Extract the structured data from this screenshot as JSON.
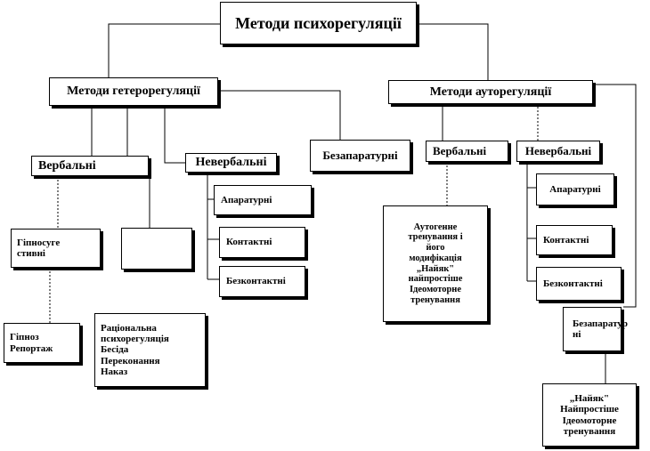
{
  "diagram": {
    "root": "Методи  психорегуляції",
    "hetero": {
      "title": "Методи гетерорегуляції",
      "verbal": "Вербальні",
      "nonverbal": "Невербальні",
      "apparatus": "Апаратурні",
      "contact": "Контактні",
      "contactless": "Безконтактні",
      "hypno_lines": [
        "Гіпносуге",
        "стивні"
      ],
      "hypno_methods": [
        "Гіпноз",
        "Репортаж"
      ],
      "rational_lines": [
        "Раціональна",
        "психорегуляція",
        "Бесіда",
        "Переконання",
        "Наказ"
      ]
    },
    "non_apparatus": "Безапаратурні",
    "auto": {
      "title": "Методи  ауторегуляції",
      "verbal": "Вербальні",
      "nonverbal": "Невербальні",
      "apparatus": "Апаратурні",
      "contact": "Контактні",
      "contactless": "Безконтактні",
      "autogenic_lines": [
        "Аутогенне",
        "тренування  і",
        "його",
        "модифікація",
        "„Найяк\"",
        "найпростіше",
        "Ідеомоторне",
        "тренування"
      ],
      "non_apparatus_lines": [
        "Безапаратур",
        "ні"
      ],
      "non_apparatus_methods": [
        "„Найяк\"",
        "Найпростіше",
        "Ідеомоторне",
        "тренування"
      ]
    }
  }
}
